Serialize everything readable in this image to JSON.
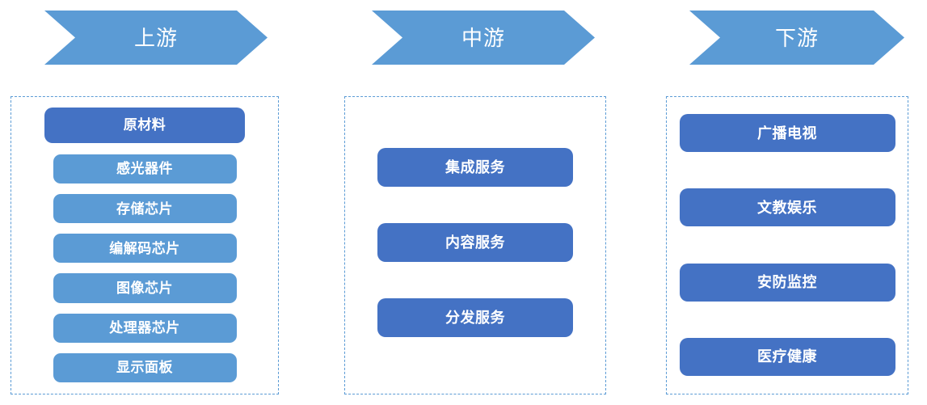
{
  "diagram": {
    "type": "industry-chain",
    "colors": {
      "primary_blue": "#4472c4",
      "light_blue": "#5b9bd5",
      "dashed_border": "#5b9bd5",
      "background": "#ffffff",
      "label_text": "#ffffff"
    },
    "columns": [
      {
        "id": "upstream",
        "banner_label": "上游",
        "items": [
          {
            "label": "原材料",
            "emphasis": "primary"
          },
          {
            "label": "感光器件",
            "emphasis": "normal"
          },
          {
            "label": "存储芯片",
            "emphasis": "normal"
          },
          {
            "label": "编解码芯片",
            "emphasis": "normal"
          },
          {
            "label": "图像芯片",
            "emphasis": "normal"
          },
          {
            "label": "处理器芯片",
            "emphasis": "normal"
          },
          {
            "label": "显示面板",
            "emphasis": "normal"
          }
        ]
      },
      {
        "id": "midstream",
        "banner_label": "中游",
        "items": [
          {
            "label": "集成服务",
            "emphasis": "primary"
          },
          {
            "label": "内容服务",
            "emphasis": "primary"
          },
          {
            "label": "分发服务",
            "emphasis": "primary"
          }
        ]
      },
      {
        "id": "downstream",
        "banner_label": "下游",
        "items": [
          {
            "label": "广播电视",
            "emphasis": "primary"
          },
          {
            "label": "文教娱乐",
            "emphasis": "primary"
          },
          {
            "label": "安防监控",
            "emphasis": "primary"
          },
          {
            "label": "医疗健康",
            "emphasis": "primary"
          }
        ]
      }
    ]
  }
}
